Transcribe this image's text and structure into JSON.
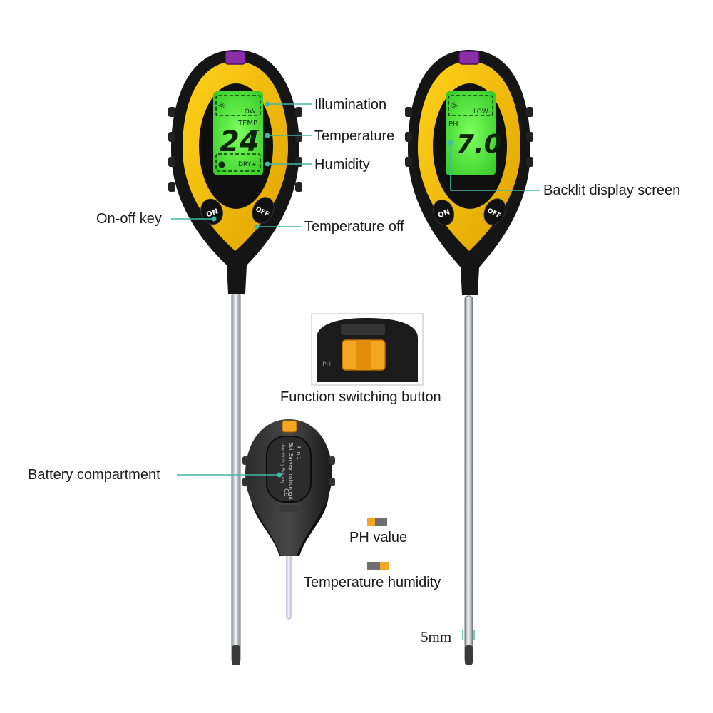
{
  "labels": {
    "illumination": "Illumination",
    "temperature": "Temperature",
    "humidity": "Humidity",
    "on_off_key": "On-off key",
    "temperature_off": "Temperature off",
    "backlit_display": "Backlit display screen",
    "function_switch": "Function switching button",
    "battery": "Battery compartment",
    "ph_value": "PH value",
    "temp_humidity": "Temperature humidity",
    "probe_size": "5mm"
  },
  "meter_left": {
    "low": "LOW",
    "temp": "TEMP",
    "reading": "24",
    "unit": "°C",
    "dry": "DRY+",
    "on_button": "ON",
    "off_button": "OFF"
  },
  "meter_right": {
    "low": "LOW",
    "ph": "PH",
    "reading": "7.0",
    "on_button": "ON",
    "off_button": "OFF"
  },
  "switch_inset": {
    "ph": "PH"
  },
  "back_label": {
    "line1": "4 In 1",
    "line2": "Soil Survey Instrument",
    "line3": "Use 9V Dry Battery",
    "ce": "CE"
  },
  "colors": {
    "yellow": "#f2b705",
    "lcd_green": "#44e634",
    "body_black": "#161616",
    "leader_teal": "#3fb8a4",
    "purple_sensor": "#8a2fa8",
    "switch_orange": "#f5a623"
  }
}
